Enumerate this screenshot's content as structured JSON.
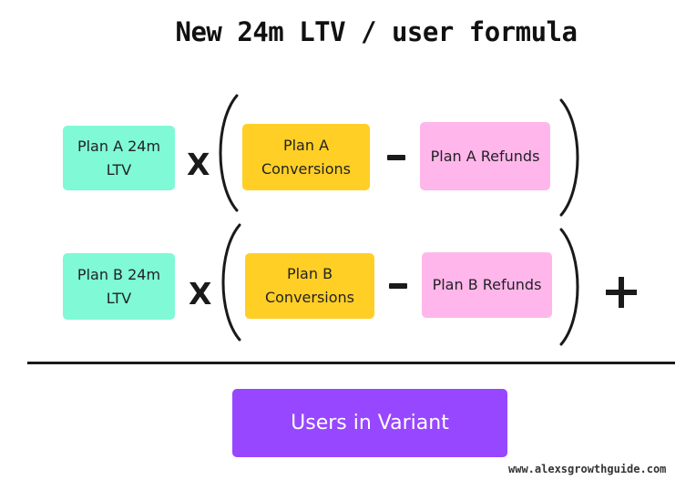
{
  "title": "New 24m LTV / user formula",
  "rows": [
    {
      "ltv": "Plan A 24m LTV",
      "times": "X",
      "conversions": "Plan A Conversions",
      "refunds": "Plan A Refunds"
    },
    {
      "ltv": "Plan B 24m LTV",
      "times": "X",
      "conversions": "Plan B Conversions",
      "refunds": "Plan B Refunds"
    }
  ],
  "denominator": "Users in Variant",
  "watermark": "www.alexsgrowthguide.com",
  "colors": {
    "ltv": "#7ff9d6",
    "conversions": "#ffcf26",
    "refunds": "#ffb6eb",
    "denominator": "#9747ff"
  }
}
